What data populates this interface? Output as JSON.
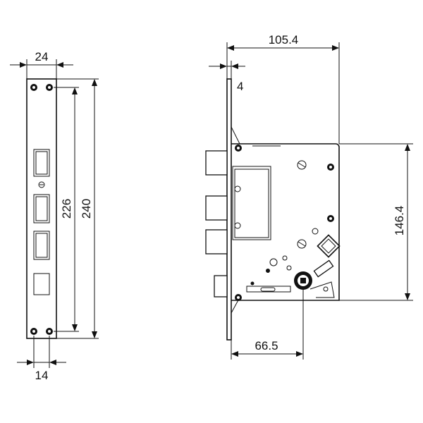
{
  "faceplate": {
    "width_label": "24",
    "screw_spacing_label": "226",
    "height_label": "240",
    "bottom_width_label": "14"
  },
  "lock_body": {
    "overall_width_label": "105.4",
    "faceplate_thickness_label": "4",
    "body_height_label": "146.4",
    "backset_label": "66.5"
  }
}
